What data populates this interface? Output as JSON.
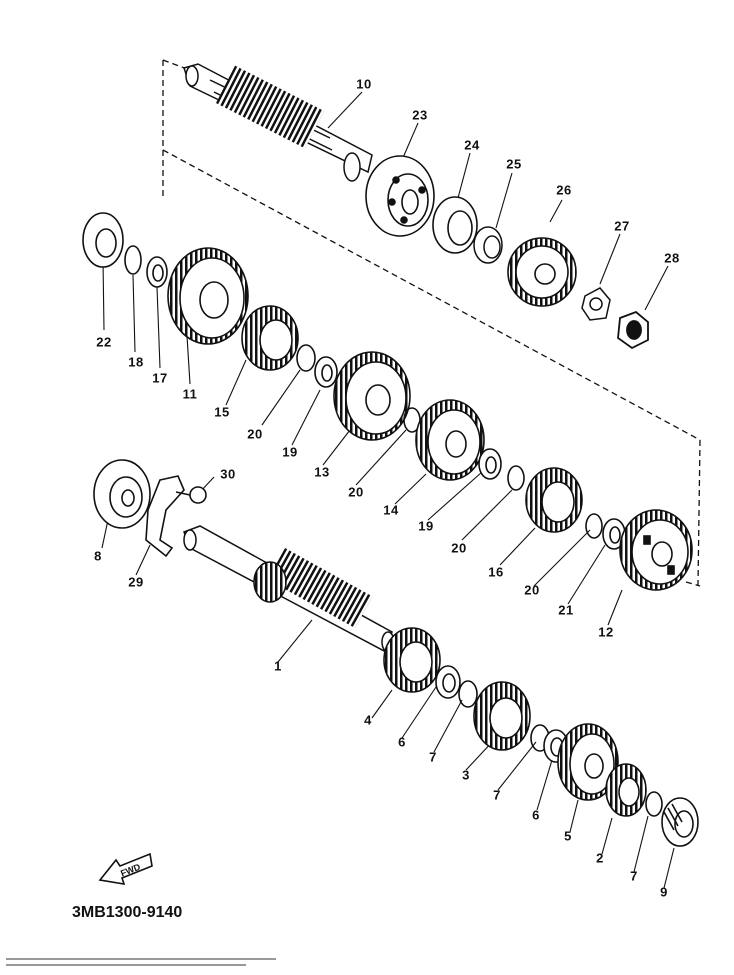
{
  "document": {
    "code": "3MB1300-9140",
    "fwd_label": "FWD"
  },
  "callouts": [
    {
      "id": "p1",
      "text": "1"
    },
    {
      "id": "p2",
      "text": "2"
    },
    {
      "id": "p3",
      "text": "3"
    },
    {
      "id": "p4",
      "text": "4"
    },
    {
      "id": "p5",
      "text": "5"
    },
    {
      "id": "p6a",
      "text": "6"
    },
    {
      "id": "p6b",
      "text": "6"
    },
    {
      "id": "p7a",
      "text": "7"
    },
    {
      "id": "p7b",
      "text": "7"
    },
    {
      "id": "p7c",
      "text": "7"
    },
    {
      "id": "p8",
      "text": "8"
    },
    {
      "id": "p9",
      "text": "9"
    },
    {
      "id": "p10",
      "text": "10"
    },
    {
      "id": "p11",
      "text": "11"
    },
    {
      "id": "p12",
      "text": "12"
    },
    {
      "id": "p13",
      "text": "13"
    },
    {
      "id": "p14",
      "text": "14"
    },
    {
      "id": "p15",
      "text": "15"
    },
    {
      "id": "p16",
      "text": "16"
    },
    {
      "id": "p17",
      "text": "17"
    },
    {
      "id": "p18",
      "text": "18"
    },
    {
      "id": "p19a",
      "text": "19"
    },
    {
      "id": "p19b",
      "text": "19"
    },
    {
      "id": "p20a",
      "text": "20"
    },
    {
      "id": "p20b",
      "text": "20"
    },
    {
      "id": "p20c",
      "text": "20"
    },
    {
      "id": "p20d",
      "text": "20"
    },
    {
      "id": "p21",
      "text": "21"
    },
    {
      "id": "p22",
      "text": "22"
    },
    {
      "id": "p23",
      "text": "23"
    },
    {
      "id": "p24",
      "text": "24"
    },
    {
      "id": "p25",
      "text": "25"
    },
    {
      "id": "p26",
      "text": "26"
    },
    {
      "id": "p27",
      "text": "27"
    },
    {
      "id": "p28",
      "text": "28"
    },
    {
      "id": "p29",
      "text": "29"
    },
    {
      "id": "p30",
      "text": "30"
    }
  ],
  "colors": {
    "ink": "#111111",
    "paper": "#ffffff"
  }
}
